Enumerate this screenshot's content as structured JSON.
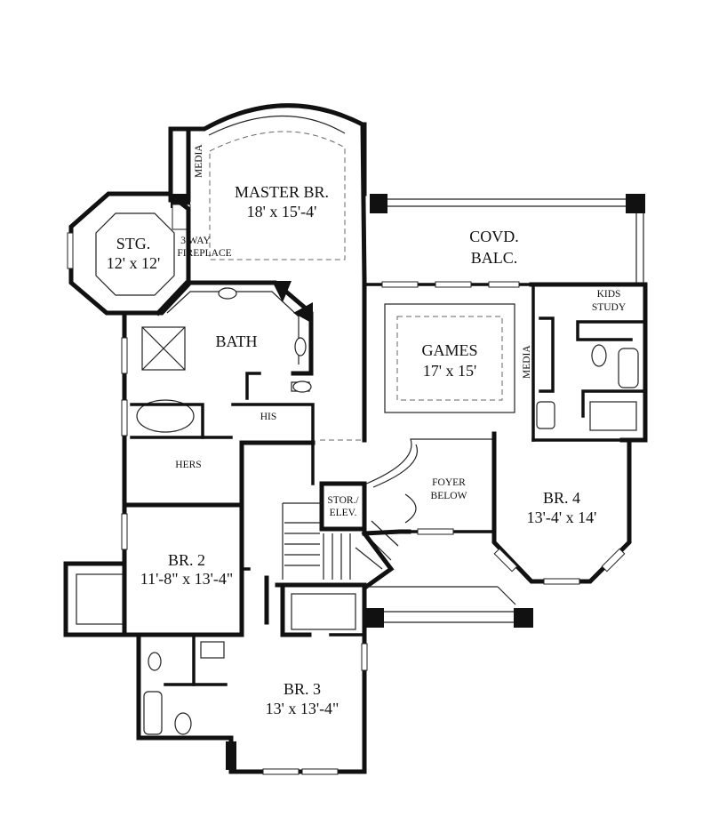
{
  "rooms": {
    "master": {
      "name": "MASTER BR.",
      "size": "18' x 15'-4'"
    },
    "media_top": {
      "name": "MEDIA"
    },
    "stg": {
      "name": "STG.",
      "size": "12' x 12'"
    },
    "fireplace": {
      "line1": "3 WAY",
      "line2": "FIREPLACE"
    },
    "covd_balc": {
      "line1": "COVD.",
      "line2": "BALC."
    },
    "kids_study": {
      "line1": "KIDS",
      "line2": "STUDY"
    },
    "bath": {
      "name": "BATH"
    },
    "his": {
      "name": "HIS"
    },
    "hers": {
      "name": "HERS"
    },
    "games": {
      "name": "GAMES",
      "size": "17' x 15'"
    },
    "media_games": {
      "name": "MEDIA"
    },
    "foyer": {
      "line1": "FOYER",
      "line2": "BELOW"
    },
    "stor_elev": {
      "line1": "STOR./",
      "line2": "ELEV."
    },
    "br2": {
      "name": "BR. 2",
      "size": "11'-8\" x 13'-4\""
    },
    "br3": {
      "name": "BR. 3",
      "size": "13' x 13'-4\""
    },
    "br4": {
      "name": "BR. 4",
      "size": "13'-4' x 14'"
    }
  }
}
